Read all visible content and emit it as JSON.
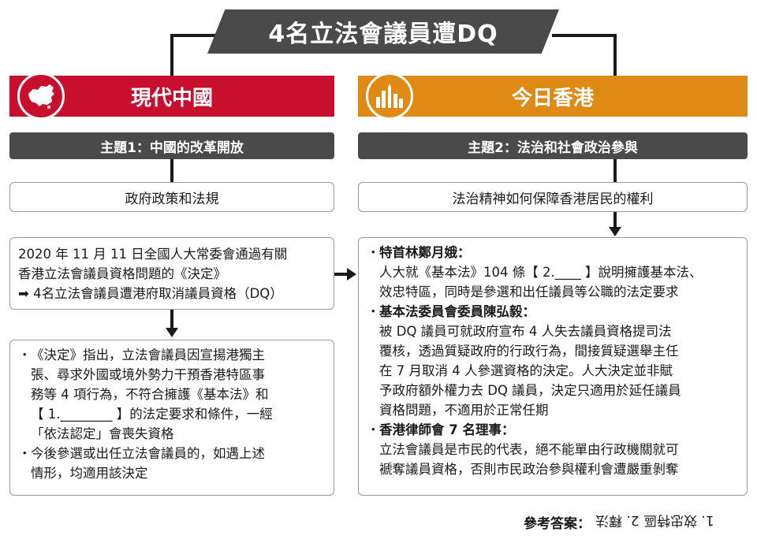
{
  "title": "4名立法會議員遭DQ",
  "left": {
    "header": "現代中國",
    "topic": "主題1：中國的改革開放",
    "subtopic": "政府政策和法規",
    "box1": {
      "line1": "2020 年 11 月 11 日全國人大常委會通過有關",
      "line2": "香港立法會議員資格問題的《決定》",
      "line3": "➡ 4名立法會議員遭港府取消議員資格（DQ）"
    },
    "box2": {
      "bullet1": [
        "《決定》指出，立法會議員因宣揚港獨主",
        "張、尋求外國或境外勢力干預香港特區事",
        "務等 4 項行為，不符合擁護《基本法》和",
        "【 1.________ 】的法定要求和條件，一經",
        "「依法認定」會喪失資格"
      ],
      "bullet2": [
        "今後參選或出任立法會議員的，如遇上述",
        "情形，均適用該決定"
      ]
    }
  },
  "right": {
    "header": "今日香港",
    "topic": "主題2：法治和社會政治參與",
    "subtopic": "法治精神如何保障香港居民的權利",
    "sections": [
      {
        "heading": "特首林鄭月娥：",
        "lines": [
          "人大就《基本法》104 條【 2.____ 】說明擁護基本法、",
          "效忠特區，同時是參選和出任議員等公職的法定要求"
        ]
      },
      {
        "heading": "基本法委員會委員陳弘毅：",
        "lines": [
          "被 DQ 議員可就政府宣布 4 人失去議員資格提司法",
          "覆核，透過質疑政府的行政行為，間接質疑選舉主任",
          "在 7 月取消 4 人參選資格的決定。人大決定並非賦",
          "予政府額外權力去 DQ 議員，決定只適用於延任議員",
          "資格問題，不適用於正常任期"
        ]
      },
      {
        "heading": "香港律師會 7 名理事：",
        "lines": [
          "立法會議員是市民的代表，絕不能單由行政機關就可",
          "褫奪議員資格，否則市民政治參與權利會遭嚴重剝奪"
        ]
      }
    ]
  },
  "answer": {
    "label": "參考答案：",
    "flipped": "1. 效忠特區   2. 釋法"
  },
  "colors": {
    "red": "#c8102e",
    "orange": "#e08a16",
    "dark": "#4a4a4a"
  }
}
